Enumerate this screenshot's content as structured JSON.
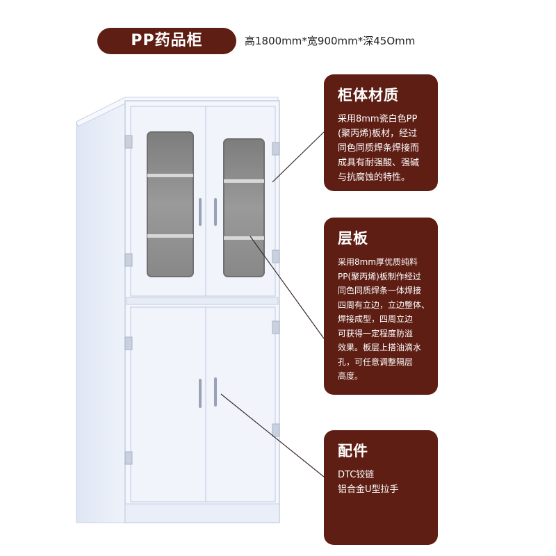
{
  "header": {
    "title": "PP药品柜",
    "dimensions": "高1800mm*宽900mm*深45Omm"
  },
  "features": [
    {
      "heading": "柜体材质",
      "text": "采用8mm瓷白色PP\n(聚丙烯)板材，经过\n同色同质焊条焊接而\n成具有耐强酸、强碱\n与抗腐蚀的特性。"
    },
    {
      "heading": "层板",
      "text": "采用8mm厚优质纯料\nPP(聚丙烯)板制作经过\n同色同质焊条一体焊接\n四周有立边，立边整体、\n焊接成型，四周立边\n可获得一定程度防溢\n效果。板层上搭油滴水\n孔，可任意调整隔层\n高度。"
    },
    {
      "heading": "配件",
      "text": "DTC铰链\n铝合金U型拉手"
    }
  ],
  "colors": {
    "card_background": "#5e1e14",
    "card_text": "#ffffff",
    "cabinet_body": "#eef2fa",
    "glass": "#8e8e8e",
    "leader_line": "#3a2a26"
  }
}
